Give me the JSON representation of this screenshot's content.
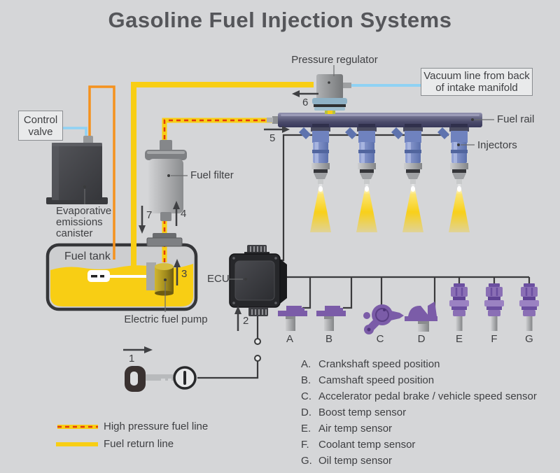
{
  "title": "Gasoline Fuel Injection Systems",
  "labels": {
    "pressure_regulator": "Pressure regulator",
    "fuel_rail": "Fuel rail",
    "injectors": "Injectors",
    "fuel_filter": "Fuel filter",
    "fuel_tank": "Fuel tank",
    "electric_fuel_pump": "Electric fuel pump",
    "ecu": "ECU"
  },
  "boxes": {
    "vacuum": {
      "line1": "Vacuum line from back",
      "line2": "of intake manifold"
    },
    "control_valve": {
      "line1": "Control",
      "line2": "valve"
    }
  },
  "evap_canister": {
    "line1": "Evaporative",
    "line2": "emissions",
    "line3": "canister"
  },
  "steps": [
    "1",
    "2",
    "3",
    "4",
    "5",
    "6",
    "7"
  ],
  "sensors": [
    {
      "id": "A",
      "prefix": "A.",
      "name": "Crankshaft speed position"
    },
    {
      "id": "B",
      "prefix": "B.",
      "name": "Camshaft speed position"
    },
    {
      "id": "C",
      "prefix": "C.",
      "name": "Accelerator pedal brake / vehicle speed sensor"
    },
    {
      "id": "D",
      "prefix": "D.",
      "name": "Boost temp sensor"
    },
    {
      "id": "E",
      "prefix": "E.",
      "name": "Air temp sensor"
    },
    {
      "id": "F",
      "prefix": "F.",
      "name": "Coolant temp sensor"
    },
    {
      "id": "G",
      "prefix": "G.",
      "name": "Oil temp sensor"
    }
  ],
  "legend": [
    {
      "label": "High pressure fuel line"
    },
    {
      "label": "Fuel return line"
    }
  ],
  "colors": {
    "background": "#D5D6D8",
    "fuel_yellow": "#F8CE14",
    "high_pressure_red": "#E23A0E",
    "vapor_orange": "#F5921E",
    "vacuum_blue": "#8FD2F4",
    "injector_blue": "#7E90C8",
    "sensor_purple": "#7B5CA8",
    "fuel_rail_purple": "#55557A",
    "wire_black": "#3A3A3C",
    "label_gray": "#3E3F42"
  }
}
